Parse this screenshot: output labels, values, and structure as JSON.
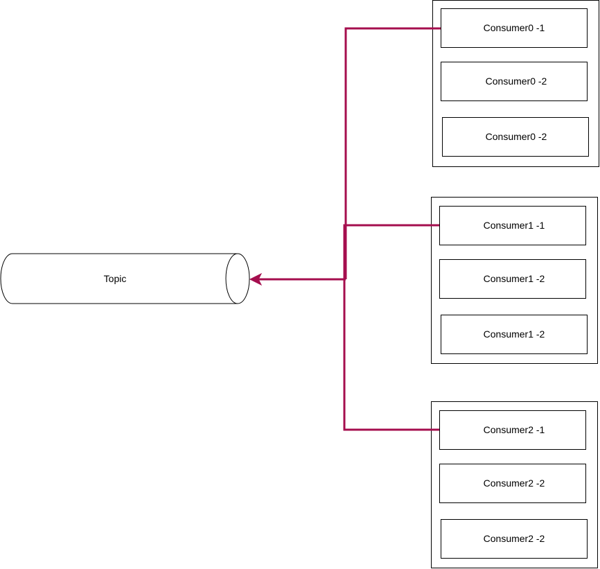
{
  "colors": {
    "connector": "#a50e4e",
    "stroke": "#000000",
    "fill": "#ffffff"
  },
  "topic": {
    "label": "Topic"
  },
  "groups": [
    {
      "consumers": [
        {
          "label": "Consumer0 -1"
        },
        {
          "label": "Consumer0 -2"
        },
        {
          "label": "Consumer0 -2"
        }
      ]
    },
    {
      "consumers": [
        {
          "label": "Consumer1 -1"
        },
        {
          "label": "Consumer1 -2"
        },
        {
          "label": "Consumer1 -2"
        }
      ]
    },
    {
      "consumers": [
        {
          "label": "Consumer2 -1"
        },
        {
          "label": "Consumer2 -2"
        },
        {
          "label": "Consumer2 -2"
        }
      ]
    }
  ]
}
